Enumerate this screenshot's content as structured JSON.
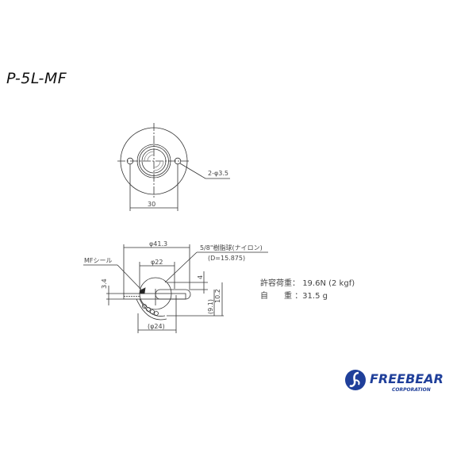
{
  "title": "P-5L-MF",
  "top_view": {
    "hole_label": "2-φ3.5",
    "pitch_label": "30"
  },
  "side_view": {
    "outer_dia_label": "φ41.3",
    "inner_dia_label": "φ22",
    "bottom_dia_label": "(φ24)",
    "seal_label": "MFシール",
    "ball_label": "5/8\"樹脂球(ナイロン)",
    "ball_dia_label": "(D=15.875)",
    "flange_thickness_label": "3.4",
    "protrusion_label": "4",
    "height_label": "10.2",
    "body_height_label": "(9.1)"
  },
  "specs": {
    "load_label": "許容荷重：",
    "load_value": "19.6N (2 kgf)",
    "weight_label": "自　　重",
    "weight_value": "：31.5 g"
  },
  "logo": {
    "brand": "FREEBEAR",
    "sub": "CORPORATION",
    "color": "#1f3f9a"
  }
}
